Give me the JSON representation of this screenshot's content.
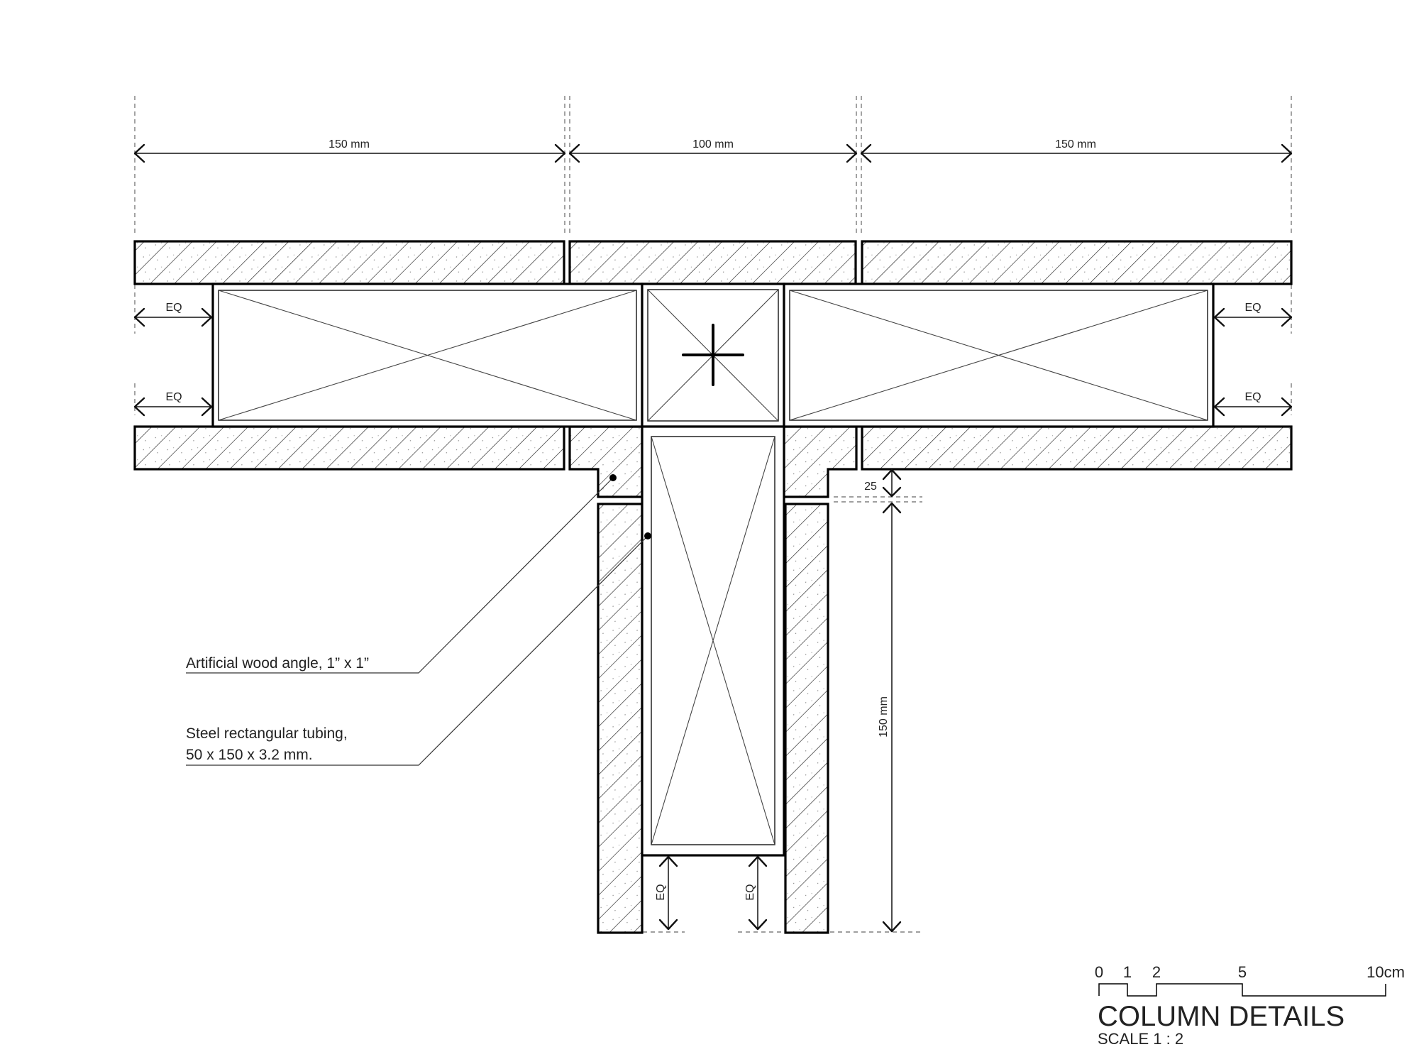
{
  "dimensions": {
    "top_left": "150 mm",
    "top_middle": "100 mm",
    "top_right": "150 mm",
    "eq": "EQ",
    "gap": "25",
    "column_height": "150 mm"
  },
  "callouts": {
    "angle": "Artificial wood angle, 1” x 1”",
    "tubing_line1": "Steel rectangular tubing,",
    "tubing_line2": "50 x 150 x 3.2 mm."
  },
  "scale_bar": {
    "ticks": [
      "0",
      "1",
      "2",
      "5",
      "10cm"
    ]
  },
  "title": {
    "main": "COLUMN DETAILS",
    "scale": "SCALE 1 : 2"
  },
  "icons": {
    "center_mark": "crosshair-icon",
    "arrows": "dimension-arrow-icon",
    "leader_dots": "leader-dot-icon"
  }
}
